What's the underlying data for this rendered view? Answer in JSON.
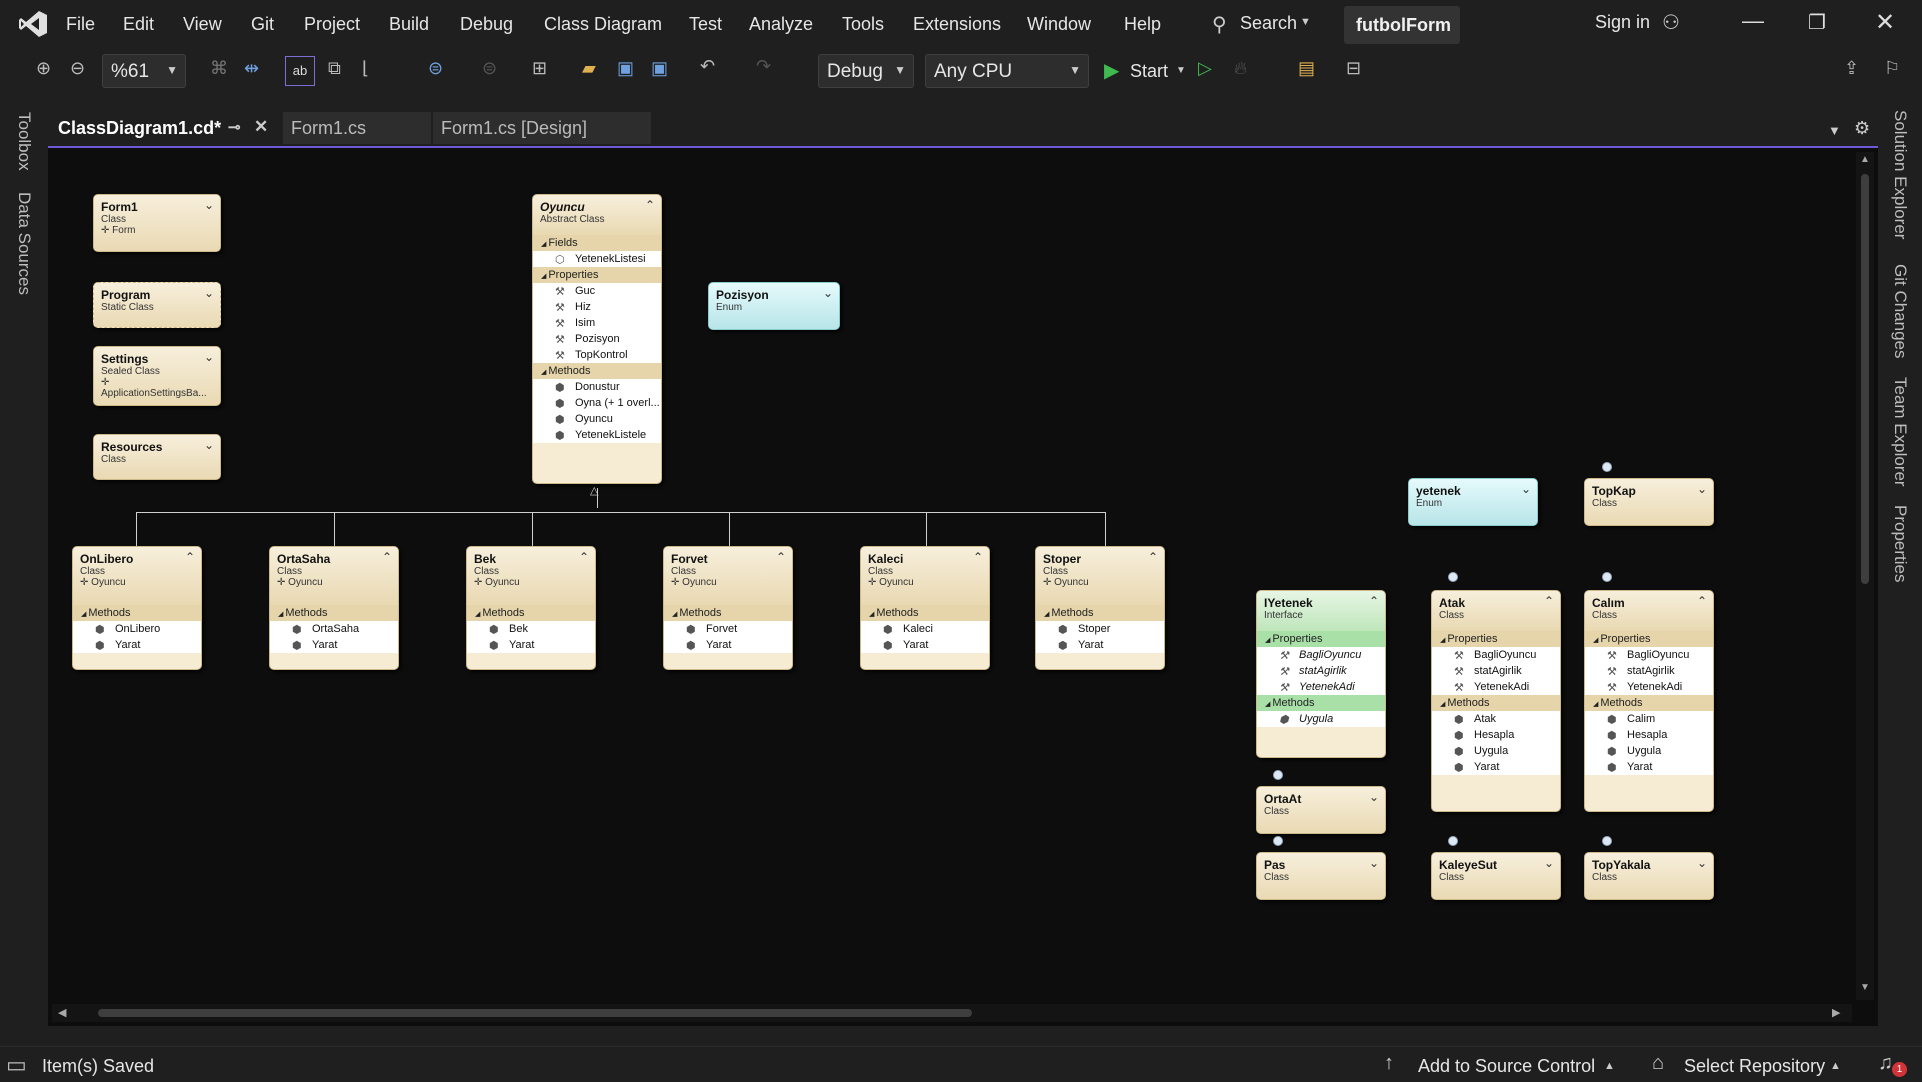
{
  "menu": {
    "items": [
      "File",
      "Edit",
      "View",
      "Git",
      "Project",
      "Build",
      "Debug",
      "Class Diagram",
      "Test",
      "Analyze",
      "Tools",
      "Extensions",
      "Window",
      "Help"
    ],
    "search": "Search",
    "solution": "futbolForm",
    "signin": "Sign in"
  },
  "toolbar": {
    "zoom": "%61",
    "config": "Debug",
    "platform": "Any CPU",
    "start": "Start"
  },
  "left_panels": [
    "Toolbox",
    "Data Sources"
  ],
  "right_panels": [
    "Solution Explorer",
    "Git Changes",
    "Team Explorer",
    "Properties"
  ],
  "tabs": [
    {
      "label": "ClassDiagram1.cd*",
      "active": true
    },
    {
      "label": "Form1.cs"
    },
    {
      "label": "Form1.cs [Design]"
    }
  ],
  "classes": {
    "form1": {
      "name": "Form1",
      "kind": "Class",
      "base": "Form"
    },
    "program": {
      "name": "Program",
      "kind": "Static Class"
    },
    "settings": {
      "name": "Settings",
      "kind": "Sealed Class",
      "base": "ApplicationSettingsBa..."
    },
    "resources": {
      "name": "Resources",
      "kind": "Class"
    },
    "oyuncu": {
      "name": "Oyuncu",
      "kind": "Abstract Class",
      "fields_label": "Fields",
      "fields": [
        "YetenekListesi"
      ],
      "properties_label": "Properties",
      "properties": [
        "Guc",
        "Hiz",
        "Isim",
        "Pozisyon",
        "TopKontrol"
      ],
      "methods_label": "Methods",
      "methods": [
        "Donustur",
        "Oyna (+ 1 overl...",
        "Oyuncu",
        "YetenekListele"
      ]
    },
    "pozisyon": {
      "name": "Pozisyon",
      "kind": "Enum"
    },
    "yetenek": {
      "name": "yetenek",
      "kind": "Enum"
    },
    "topkap": {
      "name": "TopKap",
      "kind": "Class"
    },
    "onlibero": {
      "name": "OnLibero",
      "kind": "Class",
      "base": "Oyuncu",
      "methods_label": "Methods",
      "methods": [
        "OnLibero",
        "Yarat"
      ]
    },
    "ortasaha": {
      "name": "OrtaSaha",
      "kind": "Class",
      "base": "Oyuncu",
      "methods_label": "Methods",
      "methods": [
        "OrtaSaha",
        "Yarat"
      ]
    },
    "bek": {
      "name": "Bek",
      "kind": "Class",
      "base": "Oyuncu",
      "methods_label": "Methods",
      "methods": [
        "Bek",
        "Yarat"
      ]
    },
    "forvet": {
      "name": "Forvet",
      "kind": "Class",
      "base": "Oyuncu",
      "methods_label": "Methods",
      "methods": [
        "Forvet",
        "Yarat"
      ]
    },
    "kaleci": {
      "name": "Kaleci",
      "kind": "Class",
      "base": "Oyuncu",
      "methods_label": "Methods",
      "methods": [
        "Kaleci",
        "Yarat"
      ]
    },
    "stoper": {
      "name": "Stoper",
      "kind": "Class",
      "base": "Oyuncu",
      "methods_label": "Methods",
      "methods": [
        "Stoper",
        "Yarat"
      ]
    },
    "iyetenek": {
      "name": "IYetenek",
      "kind": "Interface",
      "properties_label": "Properties",
      "properties": [
        "BagliOyuncu",
        "statAgirlik",
        "YetenekAdi"
      ],
      "methods_label": "Methods",
      "methods": [
        "Uygula"
      ]
    },
    "atak": {
      "name": "Atak",
      "kind": "Class",
      "properties_label": "Properties",
      "properties": [
        "BagliOyuncu",
        "statAgirlik",
        "YetenekAdi"
      ],
      "methods_label": "Methods",
      "methods": [
        "Atak",
        "Hesapla",
        "Uygula",
        "Yarat"
      ]
    },
    "calim": {
      "name": "Calım",
      "kind": "Class",
      "properties_label": "Properties",
      "properties": [
        "BagliOyuncu",
        "statAgirlik",
        "YetenekAdi"
      ],
      "methods_label": "Methods",
      "methods": [
        "Calim",
        "Hesapla",
        "Uygula",
        "Yarat"
      ]
    },
    "ortaat": {
      "name": "OrtaAt",
      "kind": "Class"
    },
    "pas": {
      "name": "Pas",
      "kind": "Class"
    },
    "kaleyesut": {
      "name": "KaleyeSut",
      "kind": "Class"
    },
    "topyakala": {
      "name": "TopYakala",
      "kind": "Class"
    }
  },
  "status": {
    "message": "Item(s) Saved",
    "source_control": "Add to Source Control",
    "repo": "Select Repository",
    "notifications": "1"
  }
}
